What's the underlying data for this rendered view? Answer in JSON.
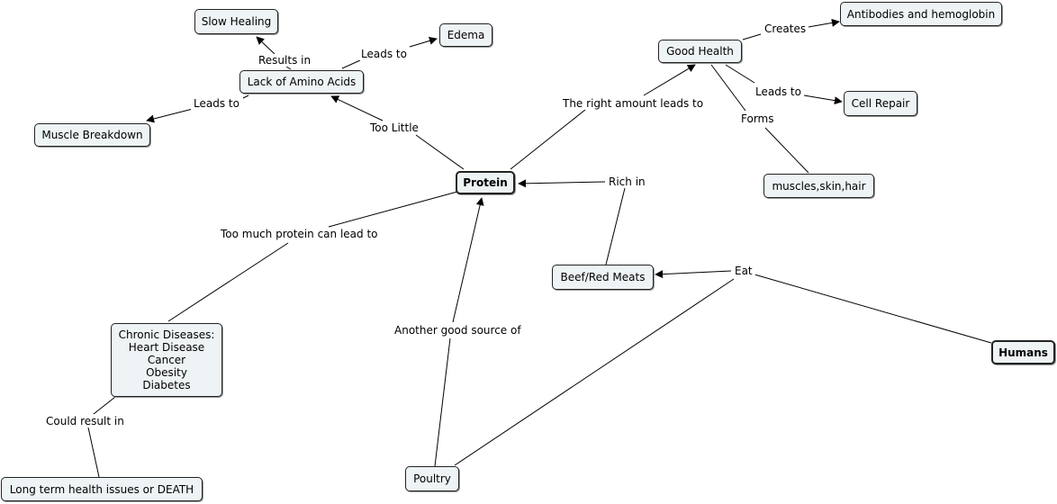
{
  "concepts": {
    "slow_healing": "Slow Healing",
    "edema": "Edema",
    "lack_amino": "Lack of Amino Acids",
    "muscle_breakdown": "Muscle Breakdown",
    "good_health": "Good Health",
    "antibodies": "Antibodies and hemoglobin",
    "cell_repair": "Cell Repair",
    "muscles_skin_hair": "muscles,skin,hair",
    "protein": "Protein",
    "beef": "Beef/Red Meats",
    "chronic": "Chronic Diseases:\nHeart Disease\nCancer\nObesity\nDiabetes",
    "humans": "Humans",
    "long_term": "Long term health issues or DEATH",
    "poultry": "Poultry"
  },
  "links": {
    "results_in": "Results in",
    "leads_to_edema": "Leads to",
    "leads_to_muscle": "Leads to",
    "too_little": "Too Little",
    "right_amount": "The right amount leads to",
    "creates": "Creates",
    "leads_to_cell": "Leads to",
    "forms": "Forms",
    "rich_in": "Rich in",
    "too_much": "Too much protein can lead to",
    "eat": "Eat",
    "another_source": "Another good source of",
    "could_result": "Could result in"
  }
}
